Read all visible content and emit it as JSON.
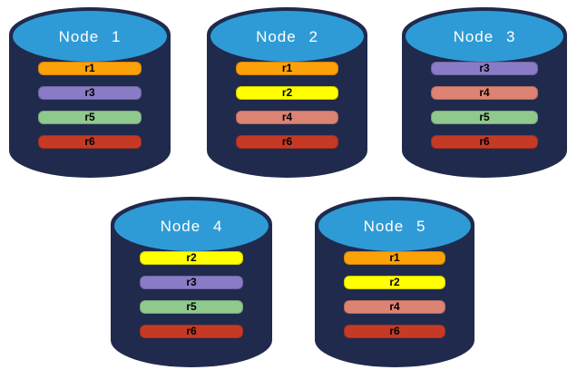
{
  "diagram": {
    "background_color": "#FFFFFF",
    "cylinder_body_color": "#1F2A4D",
    "cylinder_cap_color": "#2F9BD6",
    "title_text_color": "#FFFFFF",
    "row_label_color": "#000000",
    "replica_palette": {
      "r1": "#FDA109",
      "r2": "#FFFF00",
      "r3": "#8A7BC6",
      "r4": "#DC8373",
      "r5": "#8FC98E",
      "r6": "#C63A25"
    },
    "nodes": [
      {
        "title": "Node 1",
        "rows": [
          {
            "label": "r1",
            "color": "#FDA109"
          },
          {
            "label": "r3",
            "color": "#8A7BC6"
          },
          {
            "label": "r5",
            "color": "#8FC98E"
          },
          {
            "label": "r6",
            "color": "#C63A25"
          }
        ]
      },
      {
        "title": "Node 2",
        "rows": [
          {
            "label": "r1",
            "color": "#FDA109"
          },
          {
            "label": "r2",
            "color": "#FFFF00"
          },
          {
            "label": "r4",
            "color": "#DC8373"
          },
          {
            "label": "r6",
            "color": "#C63A25"
          }
        ]
      },
      {
        "title": "Node 3",
        "rows": [
          {
            "label": "r3",
            "color": "#8A7BC6"
          },
          {
            "label": "r4",
            "color": "#DC8373"
          },
          {
            "label": "r5",
            "color": "#8FC98E"
          },
          {
            "label": "r6",
            "color": "#C63A25"
          }
        ]
      },
      {
        "title": "Node 4",
        "rows": [
          {
            "label": "r2",
            "color": "#FFFF00"
          },
          {
            "label": "r3",
            "color": "#8A7BC6"
          },
          {
            "label": "r5",
            "color": "#8FC98E"
          },
          {
            "label": "r6",
            "color": "#C63A25"
          }
        ]
      },
      {
        "title": "Node 5",
        "rows": [
          {
            "label": "r1",
            "color": "#FDA109"
          },
          {
            "label": "r2",
            "color": "#FFFF00"
          },
          {
            "label": "r4",
            "color": "#DC8373"
          },
          {
            "label": "r6",
            "color": "#C63A25"
          }
        ]
      }
    ]
  }
}
